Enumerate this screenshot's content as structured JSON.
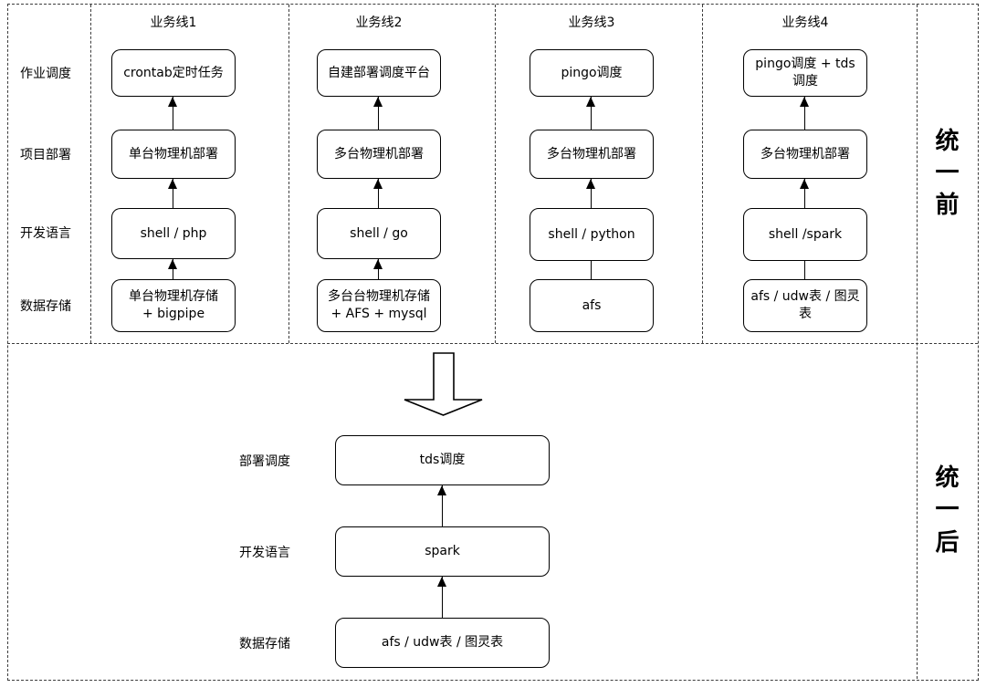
{
  "diagram": {
    "top": {
      "row_labels": [
        "作业调度",
        "项目部署",
        "开发语言",
        "数据存储"
      ],
      "side_label": "统一前",
      "columns": [
        {
          "title": "业务线1",
          "boxes": [
            "crontab定时任务",
            "单台物理机部署",
            "shell / php",
            "单台物理机存储\n+ bigpipe"
          ]
        },
        {
          "title": "业务线2",
          "boxes": [
            "自建部署调度平台",
            "多台物理机部署",
            "shell / go",
            "多台台物理机存储\n+ AFS + mysql"
          ]
        },
        {
          "title": "业务线3",
          "boxes": [
            "pingo调度",
            "多台物理机部署",
            "shell / python",
            "afs"
          ]
        },
        {
          "title": "业务线4",
          "boxes": [
            "pingo调度 + tds调度",
            "多台物理机部署",
            "shell /spark",
            "afs / udw表 / 图灵表"
          ]
        }
      ]
    },
    "bottom": {
      "side_label": "统一后",
      "rows": [
        {
          "label": "部署调度",
          "box": "tds调度"
        },
        {
          "label": "开发语言",
          "box": "spark"
        },
        {
          "label": "数据存储",
          "box": "afs / udw表 / 图灵表"
        }
      ]
    },
    "colors": {
      "stroke": "#000000",
      "dashed_border": "#3d3d3d",
      "background": "#ffffff"
    }
  }
}
